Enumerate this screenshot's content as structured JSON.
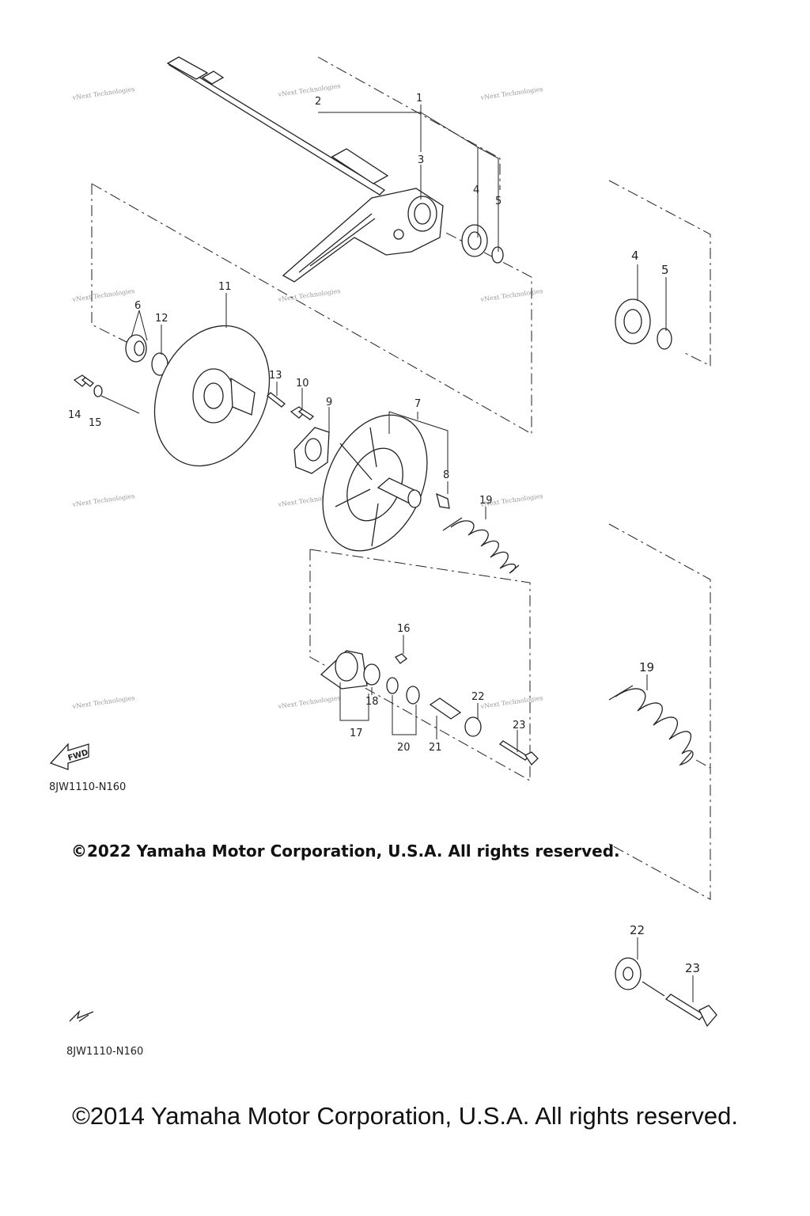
{
  "callouts": {
    "c1": "1",
    "c2": "2",
    "c3": "3",
    "c4": "4",
    "c5": "5",
    "c6": "6",
    "c7": "7",
    "c8": "8",
    "c9": "9",
    "c10": "10",
    "c11": "11",
    "c12": "12",
    "c13": "13",
    "c14": "14",
    "c15": "15",
    "c16": "16",
    "c17": "17",
    "c18": "18",
    "c19": "19",
    "c20": "20",
    "c21": "21",
    "c22": "22",
    "c23": "23",
    "r4": "4",
    "r5": "5",
    "r19": "19",
    "r22": "22",
    "r23": "23"
  },
  "watermark": "vNext Technologies",
  "fwd_label": "FWD",
  "diagram_code_1": "8JW1110-N160",
  "diagram_code_2": "8JW1110-N160",
  "copyright_2022": "©2022 Yamaha Motor Corporation, U.S.A. All rights reserved.",
  "copyright_2014": "©2014 Yamaha Motor Corporation, U.S.A. All rights reserved."
}
